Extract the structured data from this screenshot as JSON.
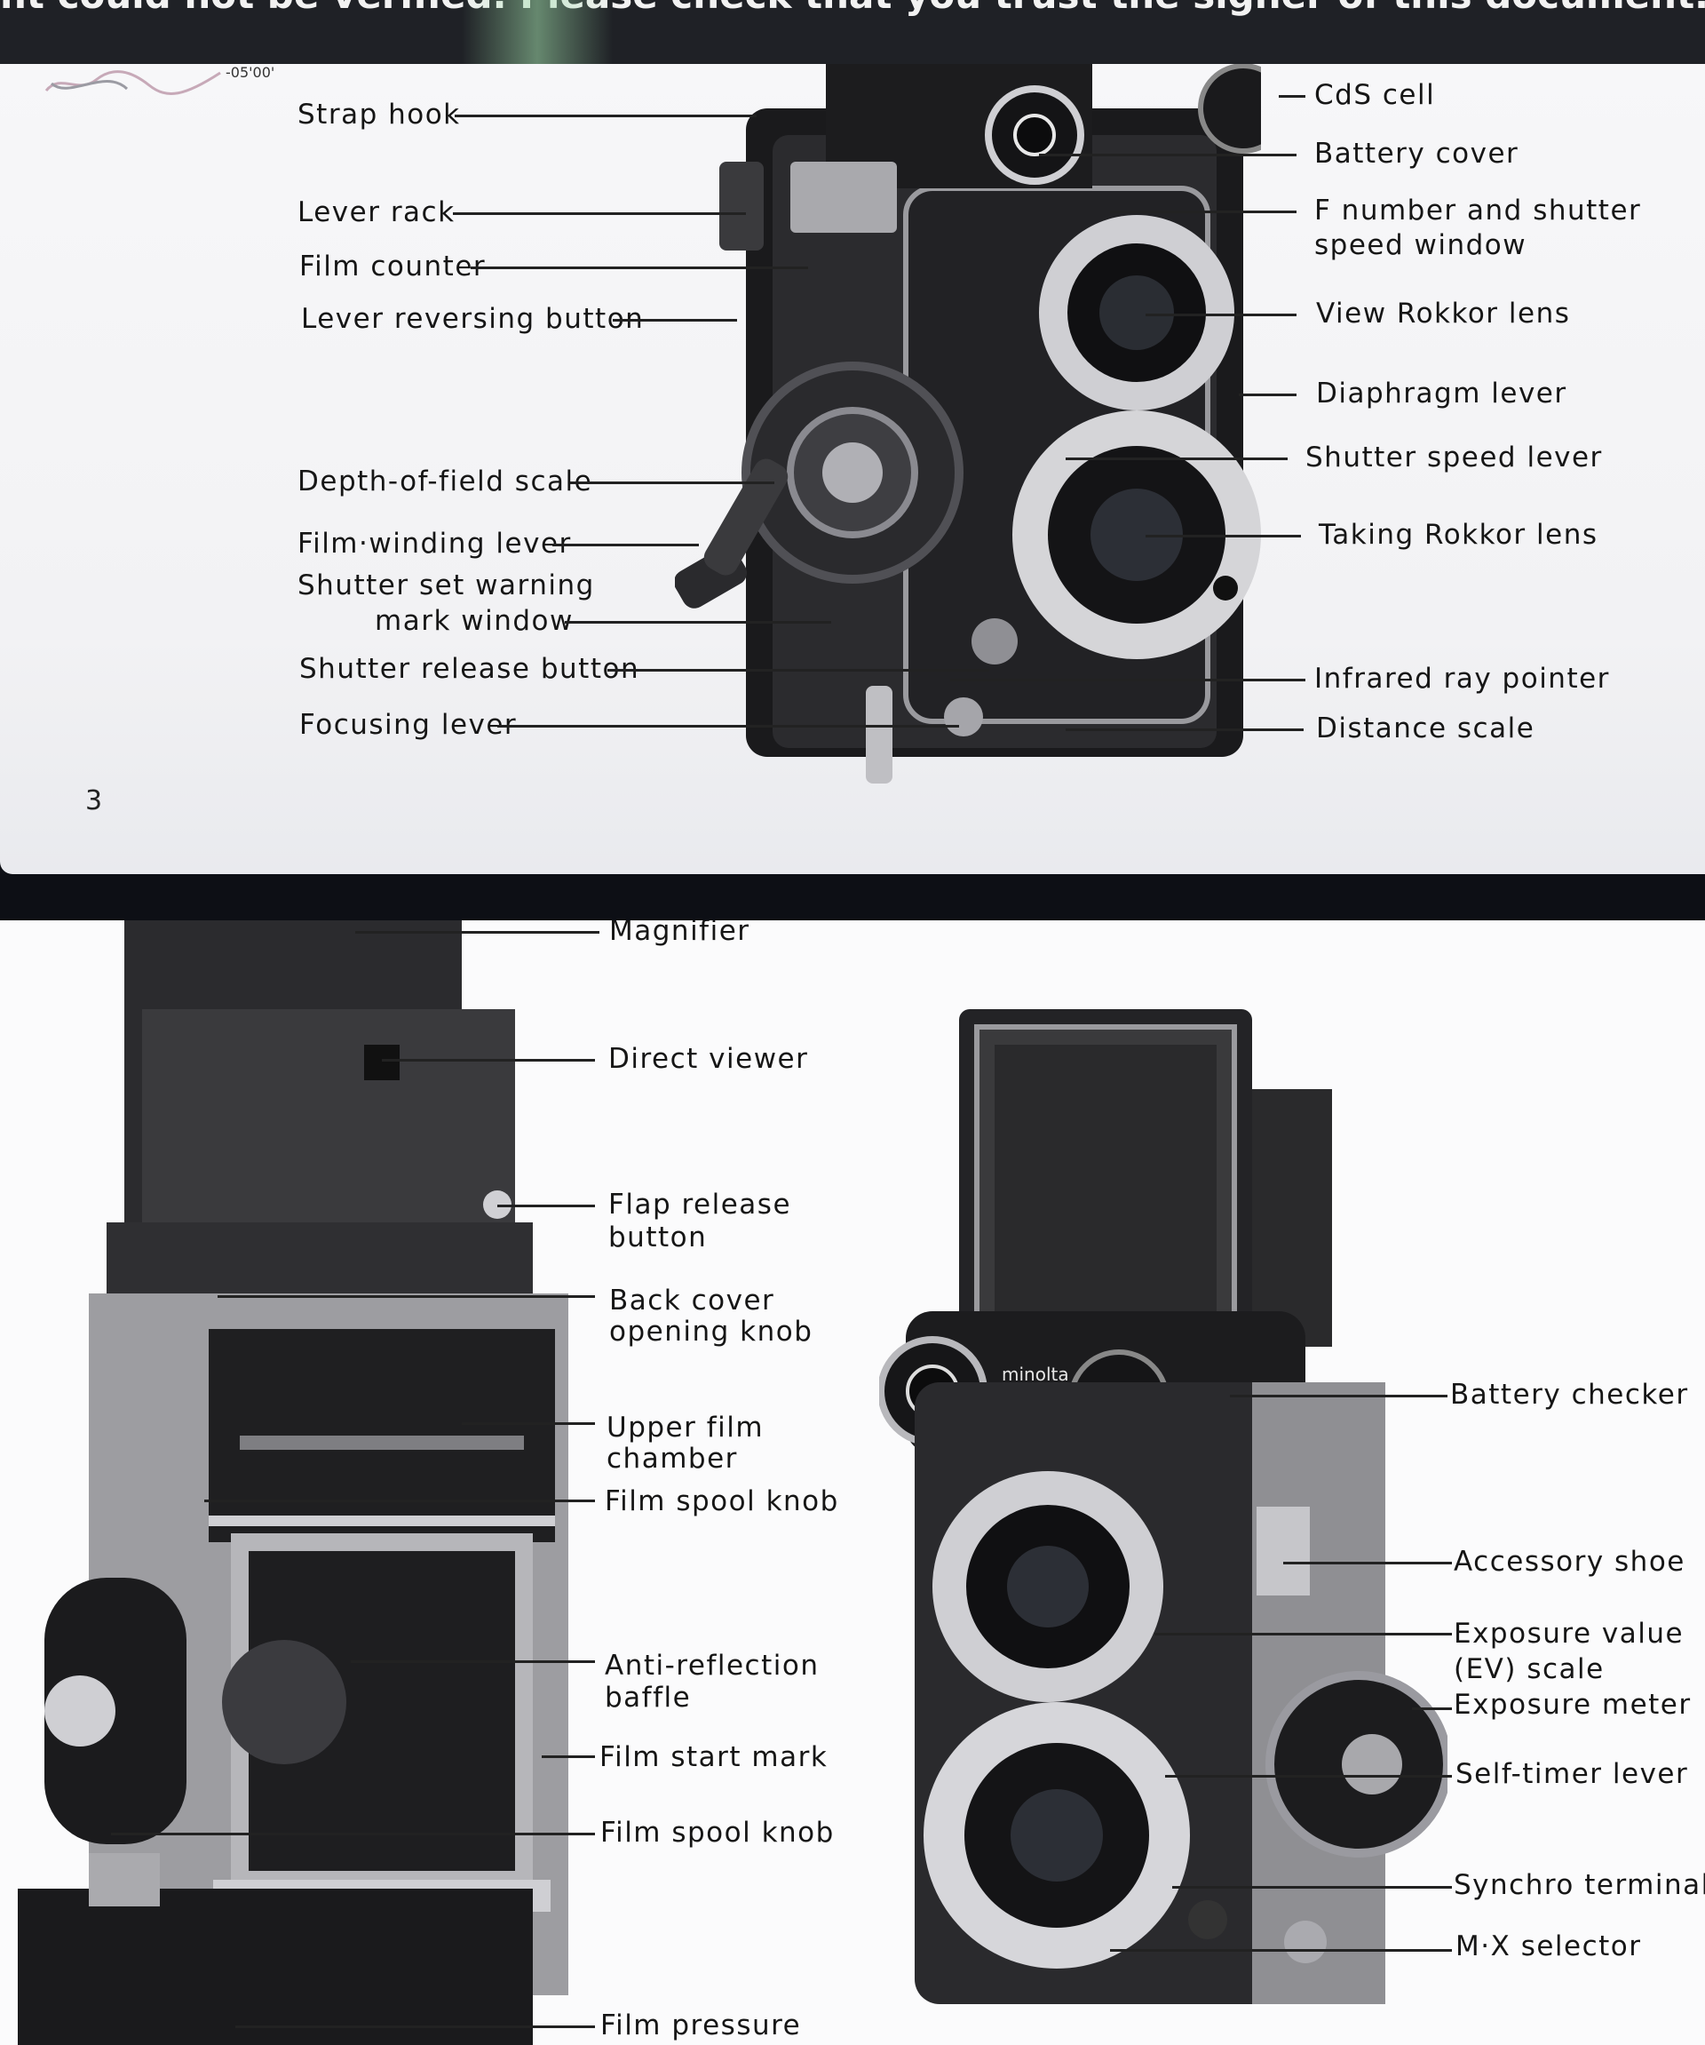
{
  "banner": {
    "text": "nt could not be verified. Please check that you trust the signer of this document."
  },
  "signature": {
    "offset": "-05'00'"
  },
  "page_top": {
    "page_number": "3",
    "left_labels": [
      "Strap hook",
      "Lever rack",
      "Film counter",
      "Lever reversing button",
      "Depth-of-field scale",
      "Film·winding lever",
      "Shutter set warning",
      "mark window",
      "Shutter release button",
      "Focusing lever"
    ],
    "right_labels": [
      "CdS cell",
      "Battery cover",
      "F number and shutter",
      "speed window",
      "View Rokkor lens",
      "Diaphragm lever",
      "Shutter speed lever",
      "Taking Rokkor lens",
      "Infrared ray pointer",
      "Distance scale"
    ]
  },
  "page_bottom": {
    "back_labels": [
      "Magnifier",
      "Direct viewer",
      "Flap release",
      "button",
      "Back cover",
      "opening knob",
      "Upper film",
      "chamber",
      "Film spool knob",
      "Anti-reflection",
      "baffle",
      "Film start mark",
      "Film spool knob",
      "Film pressure"
    ],
    "side_labels": [
      "Battery checker",
      "Accessory shoe",
      "Exposure value",
      "(EV) scale",
      "Exposure meter",
      "Self-timer lever",
      "Synchro terminal",
      "M·X selector"
    ],
    "camera_brand": "minolta"
  }
}
